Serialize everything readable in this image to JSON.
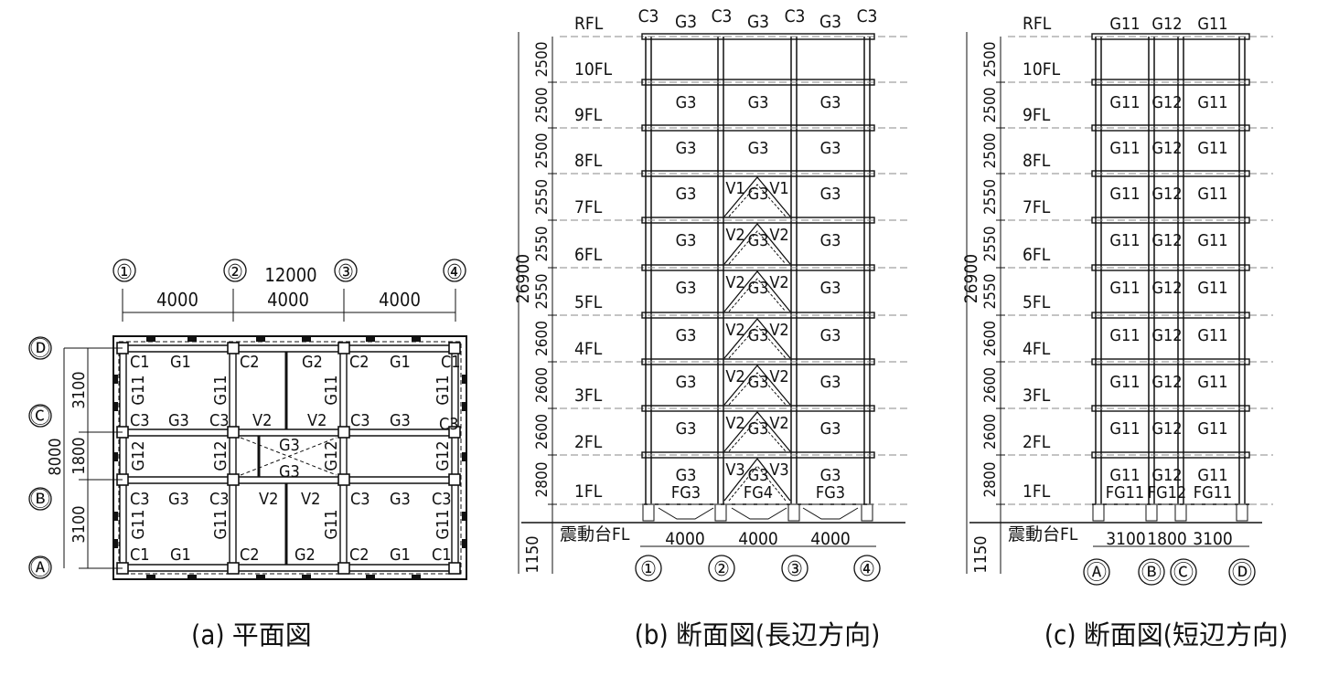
{
  "plan": {
    "caption": "(a) 平面図",
    "overall_dim": "12000",
    "x_axes": [
      "①",
      "②",
      "③",
      "④"
    ],
    "x_spans": [
      "4000",
      "4000",
      "4000"
    ],
    "y_axes": [
      "Ⓓ",
      "Ⓒ",
      "Ⓑ",
      "Ⓐ"
    ],
    "y_spans": [
      "3100",
      "1800",
      "3100"
    ],
    "y_overall": "8000",
    "row_d": [
      "C1",
      "G1",
      "C2",
      "G2",
      "C2",
      "G1",
      "C1"
    ],
    "row_c": [
      "C3",
      "G3",
      "C3",
      "V2",
      "V2",
      "C3",
      "G3",
      "C3"
    ],
    "row_mid": [
      "G3",
      "G3"
    ],
    "row_b": [
      "C3",
      "G3",
      "C3",
      "V2",
      "V2",
      "C3",
      "G3",
      "C3"
    ],
    "row_a": [
      "C1",
      "G1",
      "C2",
      "G2",
      "C2",
      "G1",
      "C1"
    ],
    "col_upper": "G11",
    "col_mid": "G12",
    "col_lower": "G11"
  },
  "long_section": {
    "caption": "(b) 断面図(長辺方向)",
    "top_labels": [
      "C3",
      "G3",
      "C3",
      "G3",
      "C3",
      "G3",
      "C3"
    ],
    "floors": [
      {
        "name": "RFL",
        "height": ""
      },
      {
        "name": "10FL",
        "height": "2500",
        "bays": [
          "G3",
          "G3",
          "G3"
        ]
      },
      {
        "name": "9FL",
        "height": "2500",
        "bays": [
          "G3",
          "G3",
          "G3"
        ]
      },
      {
        "name": "8FL",
        "height": "2500",
        "bays": [
          "G3",
          "G3",
          "G3"
        ]
      },
      {
        "name": "7FL",
        "height": "2550",
        "bays": [
          "G3",
          "G3",
          "G3"
        ],
        "brace": [
          "V1",
          "V1"
        ]
      },
      {
        "name": "6FL",
        "height": "2550",
        "bays": [
          "G3",
          "G3",
          "G3"
        ],
        "brace": [
          "V2",
          "V2"
        ]
      },
      {
        "name": "5FL",
        "height": "2550",
        "bays": [
          "G3",
          "G3",
          "G3"
        ],
        "brace": [
          "V2",
          "V2"
        ]
      },
      {
        "name": "4FL",
        "height": "2600",
        "bays": [
          "G3",
          "G3",
          "G3"
        ],
        "brace": [
          "V2",
          "V2"
        ]
      },
      {
        "name": "3FL",
        "height": "2600",
        "bays": [
          "G3",
          "G3",
          "G3"
        ],
        "brace": [
          "V2",
          "V2"
        ]
      },
      {
        "name": "2FL",
        "height": "2600",
        "bays": [
          "G3",
          "G3",
          "G3"
        ],
        "brace": [
          "V2",
          "V2"
        ]
      },
      {
        "name": "1FL",
        "height": "2800",
        "bays": [
          "FG3",
          "FG4",
          "FG3"
        ],
        "brace": [
          "V3",
          "V3"
        ]
      }
    ],
    "total_height": "26900",
    "base_name": "震動台FL",
    "base_height": "1150",
    "spans": [
      "4000",
      "4000",
      "4000"
    ],
    "axes": [
      "①",
      "②",
      "③",
      "④"
    ]
  },
  "short_section": {
    "caption": "(c) 断面図(短辺方向)",
    "floors": [
      {
        "name": "RFL",
        "height": "",
        "bays": [
          "G11",
          "G12",
          "G11"
        ]
      },
      {
        "name": "10FL",
        "height": "2500",
        "bays": [
          "G11",
          "G12",
          "G11"
        ]
      },
      {
        "name": "9FL",
        "height": "2500",
        "bays": [
          "G11",
          "G12",
          "G11"
        ]
      },
      {
        "name": "8FL",
        "height": "2500",
        "bays": [
          "G11",
          "G12",
          "G11"
        ]
      },
      {
        "name": "7FL",
        "height": "2550",
        "bays": [
          "G11",
          "G12",
          "G11"
        ]
      },
      {
        "name": "6FL",
        "height": "2550",
        "bays": [
          "G11",
          "G12",
          "G11"
        ]
      },
      {
        "name": "5FL",
        "height": "2550",
        "bays": [
          "G11",
          "G12",
          "G11"
        ]
      },
      {
        "name": "4FL",
        "height": "2600",
        "bays": [
          "G11",
          "G12",
          "G11"
        ]
      },
      {
        "name": "3FL",
        "height": "2600",
        "bays": [
          "G11",
          "G12",
          "G11"
        ]
      },
      {
        "name": "2FL",
        "height": "2600",
        "bays": [
          "G11",
          "G12",
          "G11"
        ]
      },
      {
        "name": "1FL",
        "height": "2800",
        "bays": [
          "FG11",
          "FG12",
          "FG11"
        ]
      }
    ],
    "total_height": "26900",
    "base_name": "震動台FL",
    "base_height": "1150",
    "spans": [
      "3100",
      "1800",
      "3100"
    ],
    "axes": [
      "Ⓐ",
      "Ⓑ",
      "Ⓒ",
      "Ⓓ"
    ]
  }
}
